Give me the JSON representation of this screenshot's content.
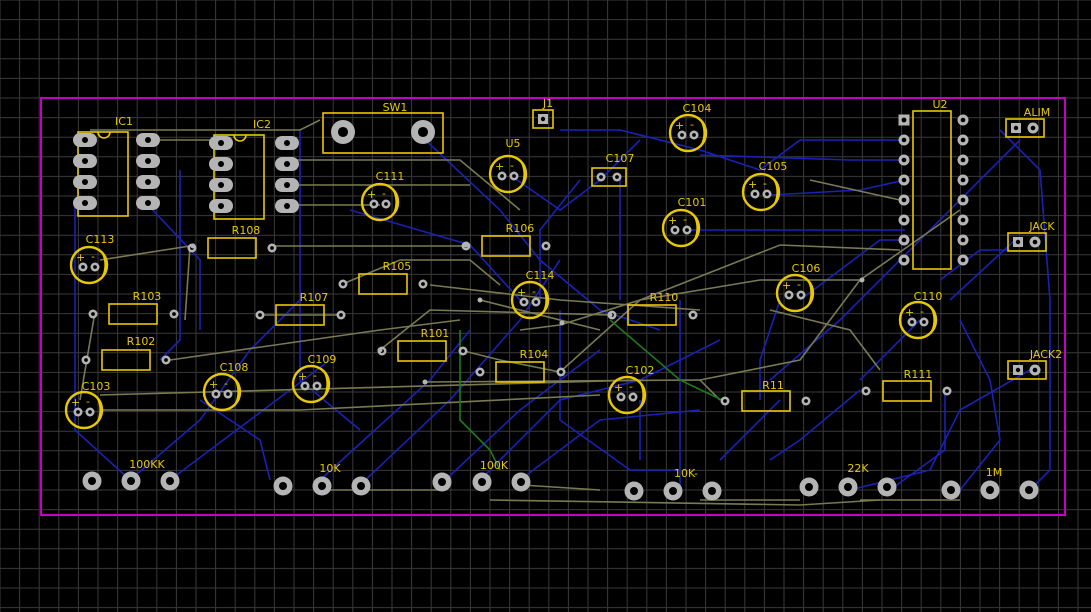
{
  "colors": {
    "background": "#000000",
    "grid": "#3a3a3a",
    "outline": "#c400c4",
    "silk": "#e8c800",
    "trace_bottom": "#1a22b4",
    "trace_top": "#7a7a52",
    "trace_green": "#1e7a1e",
    "pad": "#b4b4b4",
    "hole": "#000000"
  },
  "labels": {
    "ic1": "IC1",
    "ic2": "IC2",
    "sw1": "SW1",
    "j1": "J1",
    "u5": "U5",
    "u2": "U2",
    "c104": "C104",
    "c105": "C105",
    "c107": "C107",
    "c101": "C101",
    "c111": "C111",
    "c113": "C113",
    "c114": "C114",
    "c106": "C106",
    "c110": "C110",
    "c102": "C102",
    "c108": "C108",
    "c109": "C109",
    "c103": "C103",
    "r108": "R108",
    "r106": "R106",
    "r105": "R105",
    "r107": "R107",
    "r103": "R103",
    "r102": "R102",
    "r101": "R101",
    "r104": "R104",
    "r110": "R110",
    "r11": "R11",
    "r111": "R111",
    "alim": "ALIM",
    "jack": "JACK",
    "jack2": "JACK2",
    "pot1": "100KK",
    "pot2": "10K",
    "pot3": "100K",
    "pot4": "10K-",
    "pot5": "22K",
    "pot6": "1M"
  },
  "polarity": {
    "plus": "+",
    "minus": "-"
  }
}
